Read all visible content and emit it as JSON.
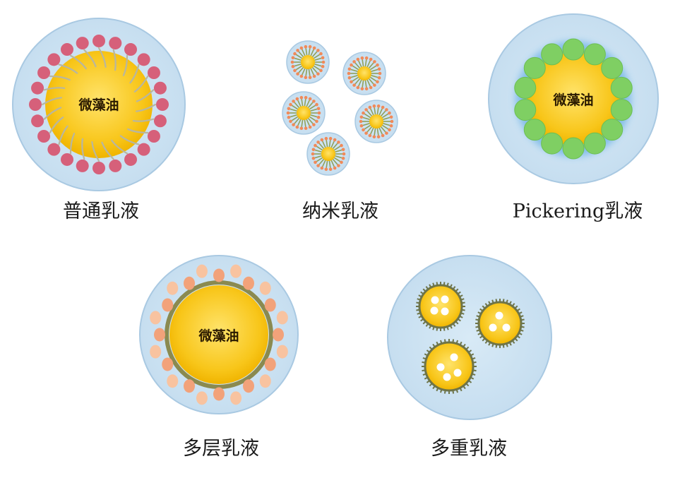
{
  "emulsions": [
    {
      "caption": "普通乳液",
      "core_label": "微藻油"
    },
    {
      "caption": "纳米乳液"
    },
    {
      "caption": "Pickering乳液",
      "core_label": "微藻油"
    },
    {
      "caption": "多层乳液",
      "core_label": "微藻油"
    },
    {
      "caption": "多重乳液"
    }
  ],
  "colors": {
    "water": "#cfe4f3",
    "water_edge": "#a9c9e2",
    "oil": "#f8c61a",
    "oil_light": "#ffdf55",
    "surfactant_head": "#d6607a",
    "surfactant_tail": "#b8b6a0",
    "particle": "#7fcf63",
    "particle_glow": "#79b8e6",
    "layer_inner": "#8a8a50",
    "layer_head": "#f2a27a",
    "layer_head_light": "#f8c3a0",
    "shell": "#6e7448",
    "droplet": "#ffffff",
    "nano_tail": "#8fa05a",
    "nano_head": "#f08a5a"
  }
}
